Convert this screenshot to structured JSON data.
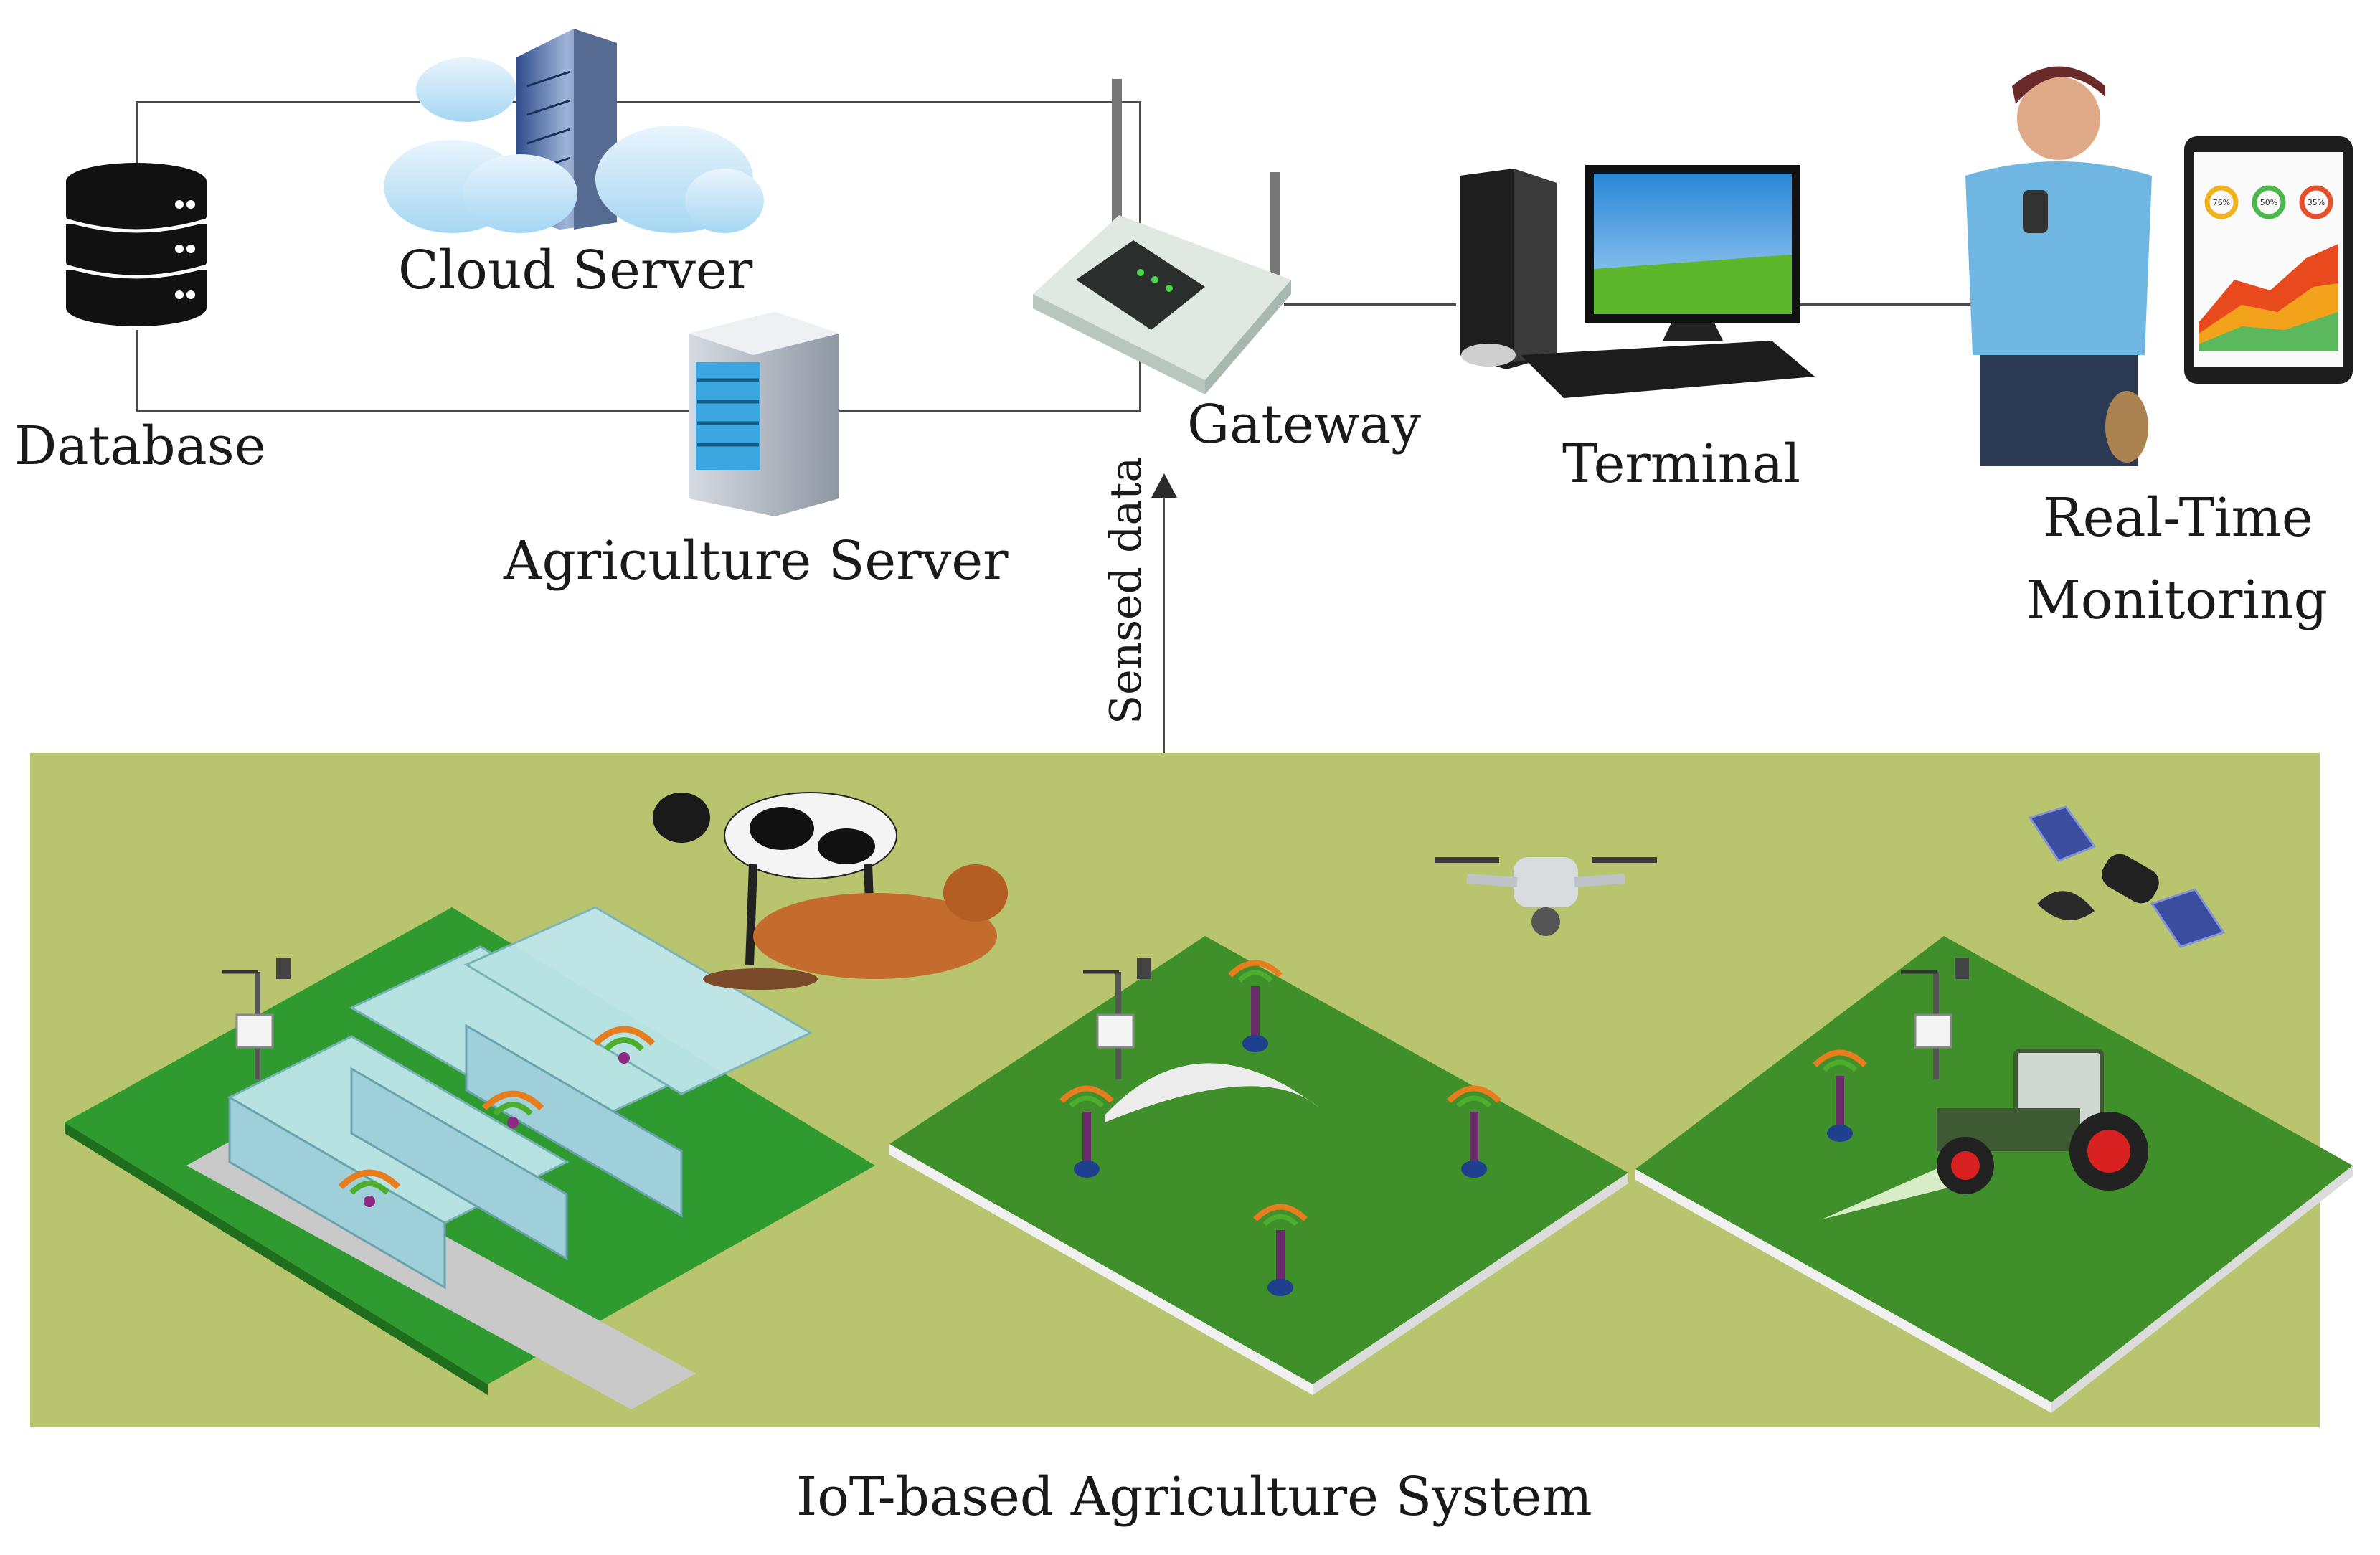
{
  "nodes": {
    "database": "Database",
    "cloud_server": "Cloud Server",
    "agriculture_server": "Agriculture Server",
    "gateway": "Gateway",
    "terminal": "Terminal",
    "monitoring_line1": "Real-Time",
    "monitoring_line2": "Monitoring"
  },
  "edge_label": "Sensed data",
  "caption": "IoT-based Agriculture System",
  "tablet": {
    "gauges": [
      "76%",
      "50%",
      "35%"
    ]
  },
  "colors": {
    "field": "#b9c46e",
    "crop": "#3f8f2a",
    "wifi_signal": "#e87d1e",
    "tractor_body": "#3d5a33",
    "tractor_wheel": "#d92020"
  },
  "icons": [
    "database-icon",
    "cloud-server-icon",
    "agriculture-server-icon",
    "gateway-router-icon",
    "terminal-computer-icon",
    "farmer-photo",
    "tablet-icon",
    "cow-icon",
    "drone-icon",
    "satellite-icon",
    "greenhouse-icon",
    "tractor-icon",
    "weather-station-icon",
    "soil-sensor-icon",
    "wifi-signal-icon",
    "sprinkler-icon"
  ]
}
